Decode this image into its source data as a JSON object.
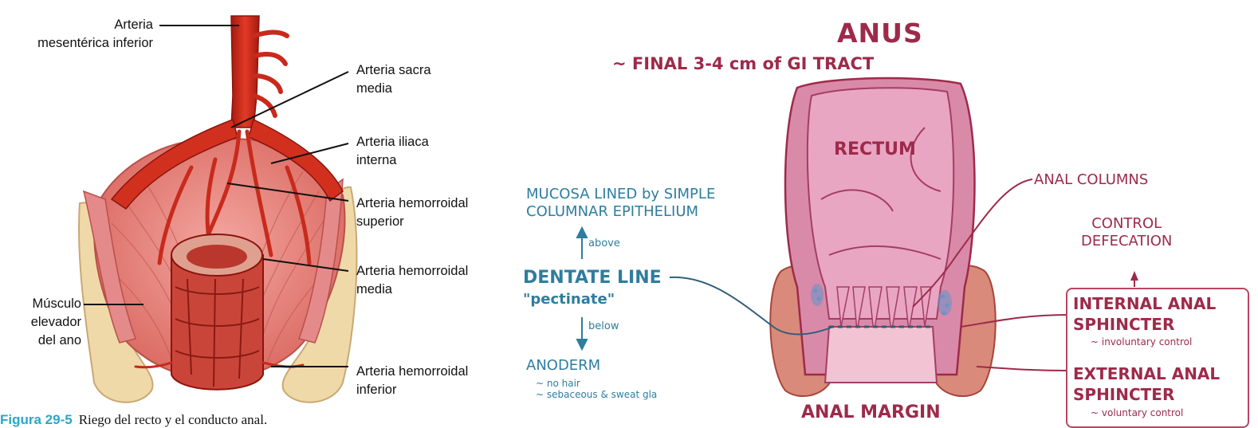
{
  "left_figure": {
    "labels": {
      "a_mesenterica": "Arteria\nmesentérica inferior",
      "a_sacra": "Arteria sacra\nmedia",
      "a_iliaca": "Arteria iliaca\ninterna",
      "a_hem_sup": "Arteria hemorroidal\nsuperior",
      "a_hem_media": "Arteria hemorroidal\nmedia",
      "musculo": "Músculo\nelevador\ndel ano",
      "a_hem_inf": "Arteria hemorroidal\ninferior"
    },
    "caption_number": "Figura 29-5",
    "caption_text": "Riego del recto y el conducto anal."
  },
  "right_figure": {
    "title": "ANUS",
    "subtitle": "~ FINAL 3-4 cm of GI TRACT",
    "rectum": "RECTUM",
    "anal_columns": "ANAL COLUMNS",
    "control": "CONTROL\nDEFECATION",
    "mucosa": "MUCOSA LINED by SIMPLE\nCOLUMNAR EPITHELIUM",
    "above": "above",
    "dentate": "DENTATE LINE",
    "pectinate": "\"pectinate\"",
    "below": "below",
    "anoderm": "ANODERM",
    "anoderm_notes": "~ no hair\n~ sebaceous & sweat gla",
    "internal": "INTERNAL ANAL\nSPHINCTER",
    "internal_note": "~ involuntary control",
    "external": "EXTERNAL ANAL\nSPHINCTER",
    "external_note": "~ voluntary control",
    "anal_margin": "ANAL MARGIN"
  },
  "colors": {
    "artery": "#c82a1c",
    "muscle": "#e58a8a",
    "bone": "#f0d9a8",
    "rectum_wall": "#d98aa8",
    "rectum_inner": "#e9a6c3",
    "maroon_text": "#9e2a4a",
    "teal_text": "#2e7d9f"
  }
}
